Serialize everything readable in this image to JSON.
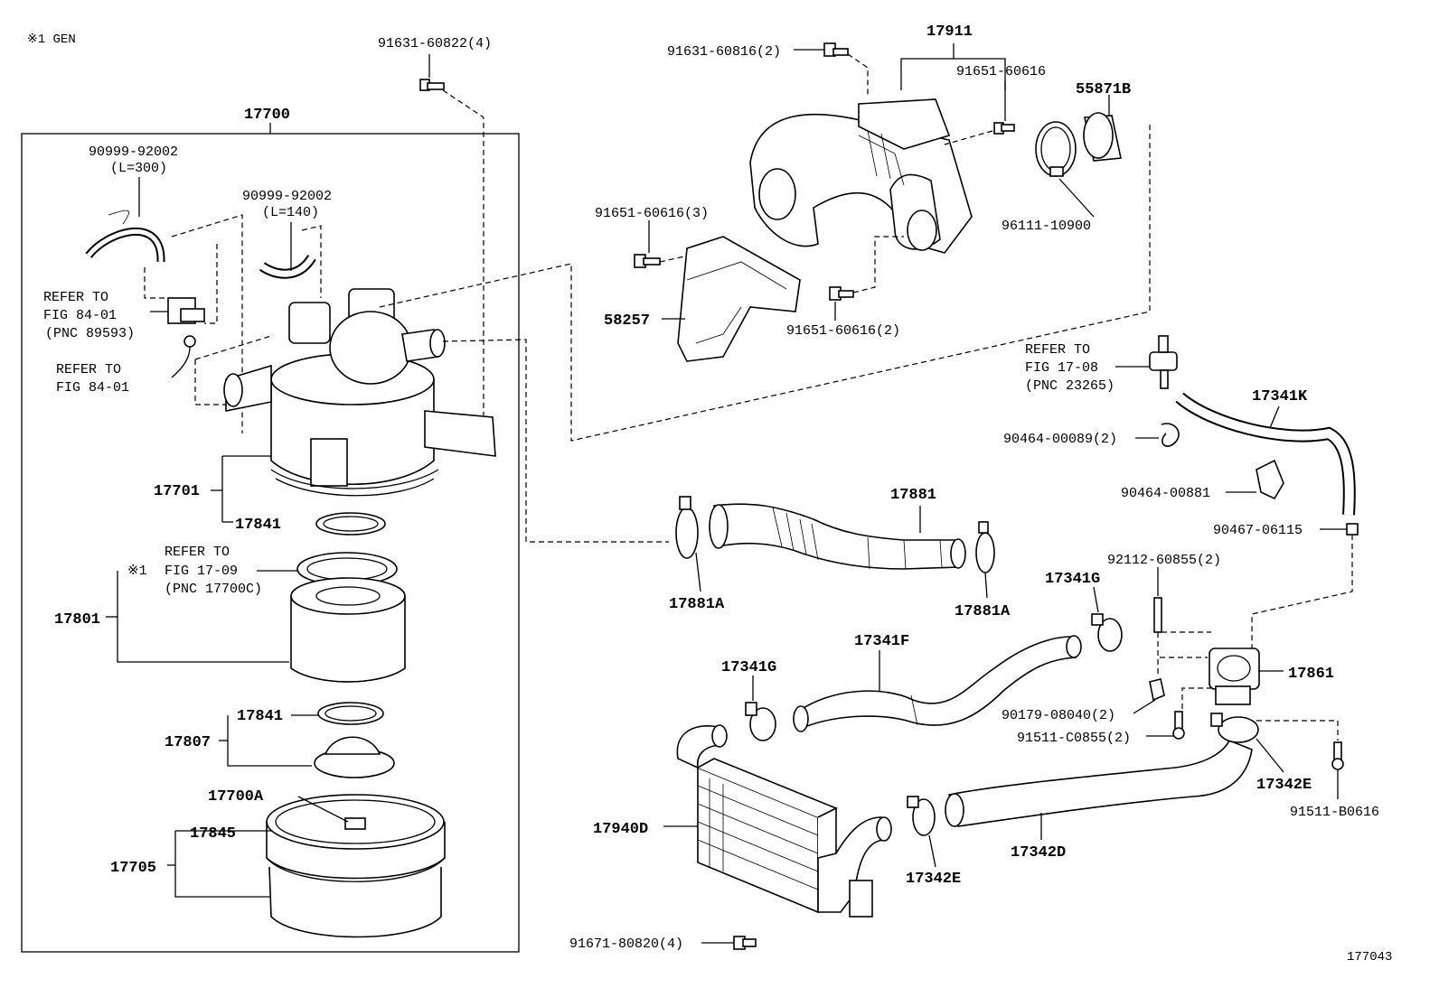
{
  "header": {
    "note": "※1  GEN",
    "figure_id": "177043"
  },
  "callouts": {
    "c_91631_60822": "91631-60822(4)",
    "c_17700": "17700",
    "c_90999_300": "90999-92002",
    "c_l300": "(L=300)",
    "c_90999_140": "90999-92002",
    "c_l140": "(L=140)",
    "c_refer1": "REFER TO",
    "c_fig8401a": "FIG 84-01",
    "c_pnc89593": "(PNC 89593)",
    "c_refer2": "REFER TO",
    "c_fig8401b": "FIG 84-01",
    "c_17701": "17701",
    "c_17841a": "17841",
    "c_refer3": "REFER TO",
    "c_fig1709": "FIG 17-09",
    "c_note1": "※1",
    "c_pnc17700c": "(PNC 17700C)",
    "c_17801": "17801",
    "c_17841b": "17841",
    "c_17807": "17807",
    "c_17700a": "17700A",
    "c_17845": "17845",
    "c_17705": "17705",
    "c_91631_60816": "91631-60816(2)",
    "c_17911": "17911",
    "c_91651_60616": "91651-60616",
    "c_55871b": "55871B",
    "c_91651_60616_3": "91651-60616(3)",
    "c_96111": "96111-10900",
    "c_58257": "58257",
    "c_91651_60616_2": "91651-60616(2)",
    "c_refer4": "REFER TO",
    "c_fig1708": "FIG 17-08",
    "c_pnc23265": "(PNC 23265)",
    "c_17341k": "17341K",
    "c_90464_89": "90464-00089(2)",
    "c_90464_881": "90464-00881",
    "c_90467": "90467-06115",
    "c_17881": "17881",
    "c_17881a1": "17881A",
    "c_17881a2": "17881A",
    "c_92112": "92112-60855(2)",
    "c_17341g1": "17341G",
    "c_17341f": "17341F",
    "c_17341g2": "17341G",
    "c_17861": "17861",
    "c_90179": "90179-08040(2)",
    "c_91511_c": "91511-C0855(2)",
    "c_17342e1": "17342E",
    "c_91511_b": "91511-B0616",
    "c_17940d": "17940D",
    "c_17342d": "17342D",
    "c_17342e2": "17342E",
    "c_91671": "91671-80820(4)"
  }
}
